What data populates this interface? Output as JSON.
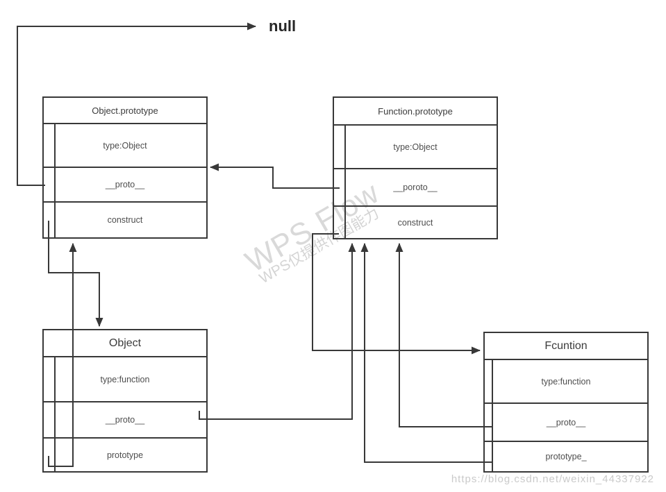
{
  "diagram": {
    "null_label": "null",
    "boxes": {
      "object_prototype": {
        "title": "Object.prototype",
        "rows": [
          "type:Object",
          "__proto__",
          "construct"
        ]
      },
      "function_prototype": {
        "title": "Function.prototype",
        "rows": [
          "type:Object",
          "__poroto__",
          "construct"
        ]
      },
      "object": {
        "title": "Object",
        "rows": [
          "type:function",
          "__proto__",
          "prototype"
        ]
      },
      "fcuntion": {
        "title": "Fcuntion",
        "rows": [
          "type:function",
          "__proto__",
          "prototype_"
        ]
      }
    },
    "colors": {
      "line": "#383838",
      "box_text": "#4d4d4d",
      "title_text": "#3b3b3b",
      "watermark": "#d9d9d9",
      "url_watermark": "#cacaca"
    }
  },
  "watermarks": {
    "brand": "WPS Flow",
    "note": "WPS仅提供作图能力",
    "url": "https://blog.csdn.net/weixin_44337922"
  }
}
